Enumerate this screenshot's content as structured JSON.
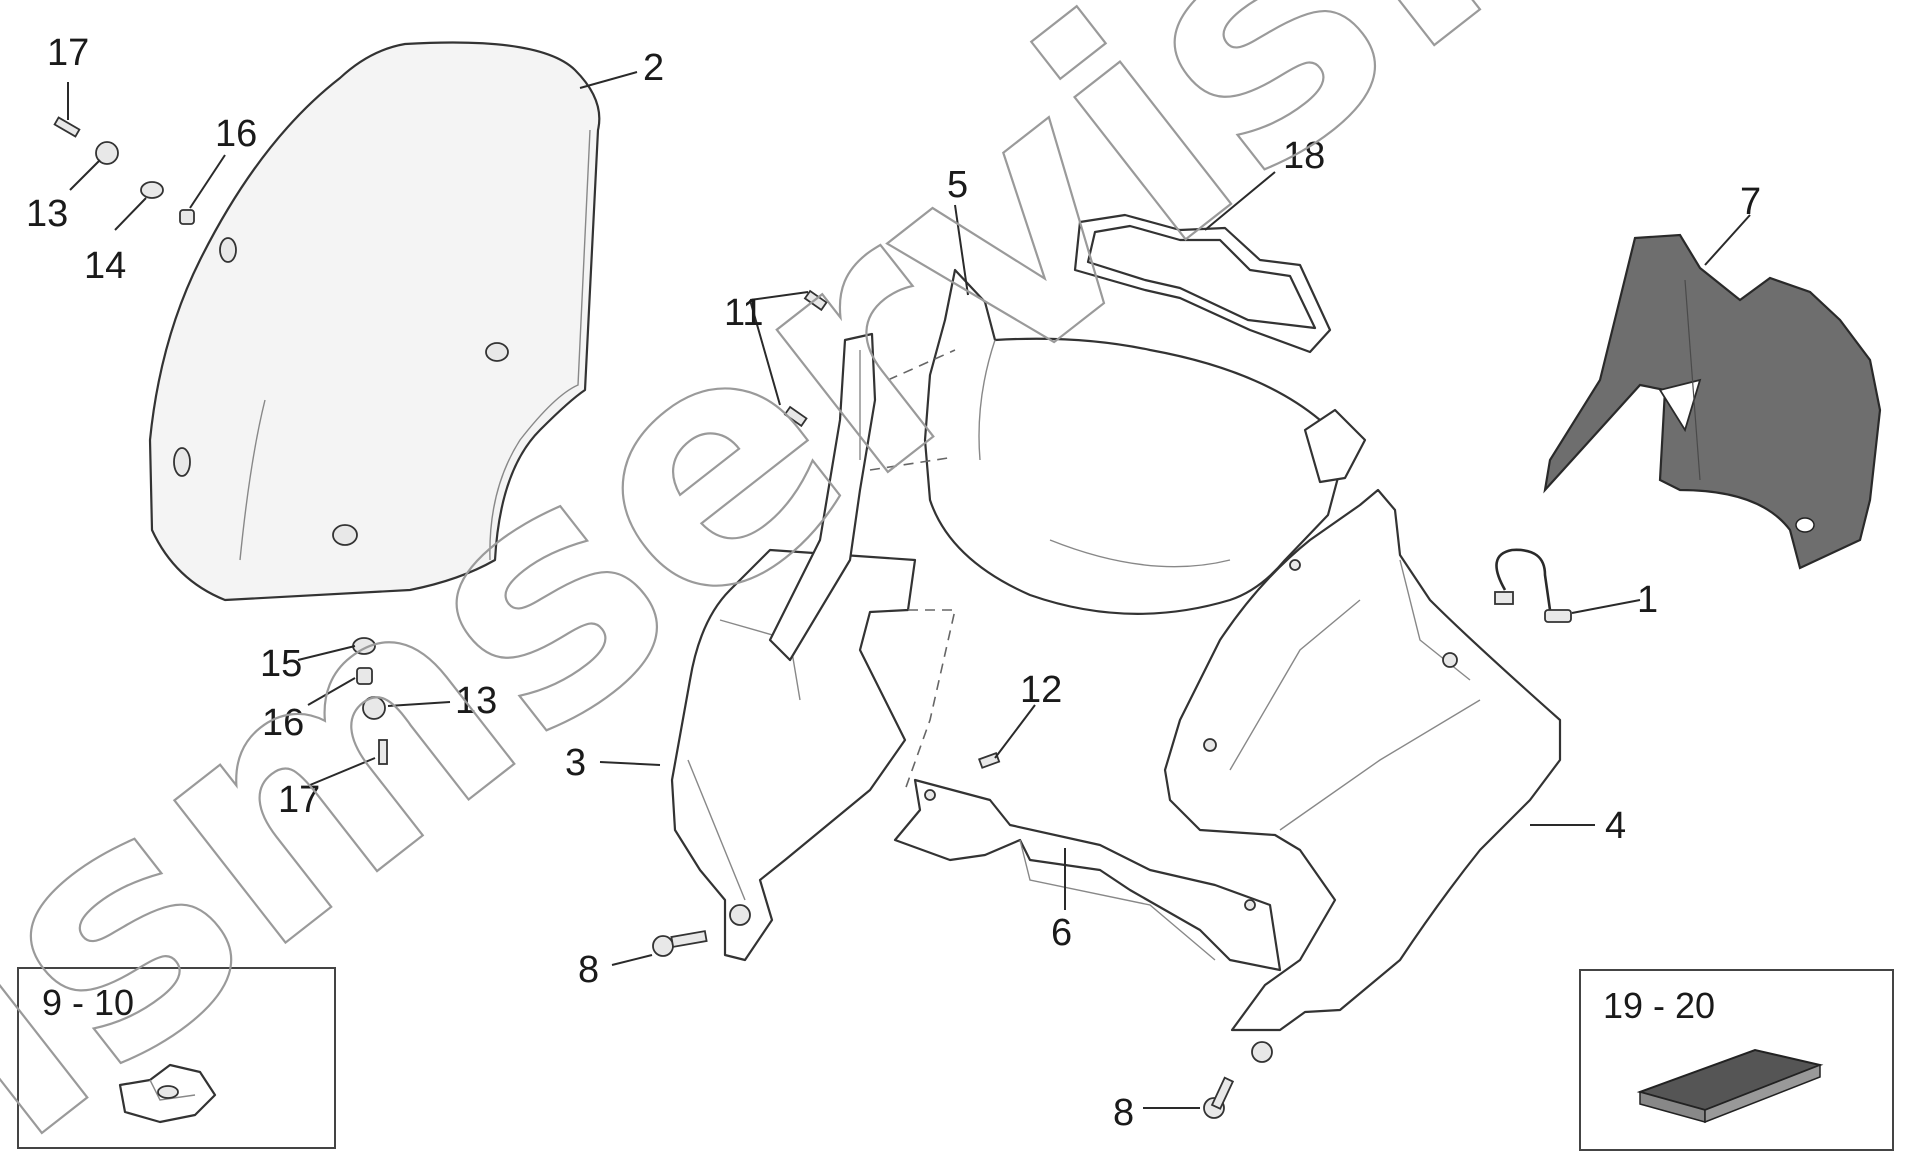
{
  "callouts": {
    "c1": "1",
    "c2": "2",
    "c3": "3",
    "c4": "4",
    "c5": "5",
    "c6": "6",
    "c7": "7",
    "c8a": "8",
    "c8b": "8",
    "c11": "11",
    "c12": "12",
    "c13a": "13",
    "c13b": "13",
    "c14": "14",
    "c15": "15",
    "c16a": "16",
    "c16b": "16",
    "c17a": "17",
    "c17b": "17",
    "c18": "18"
  },
  "kit_boxes": {
    "left_label": "9 - 10",
    "right_label": "19 - 20"
  },
  "watermark": "ismservis.nl"
}
